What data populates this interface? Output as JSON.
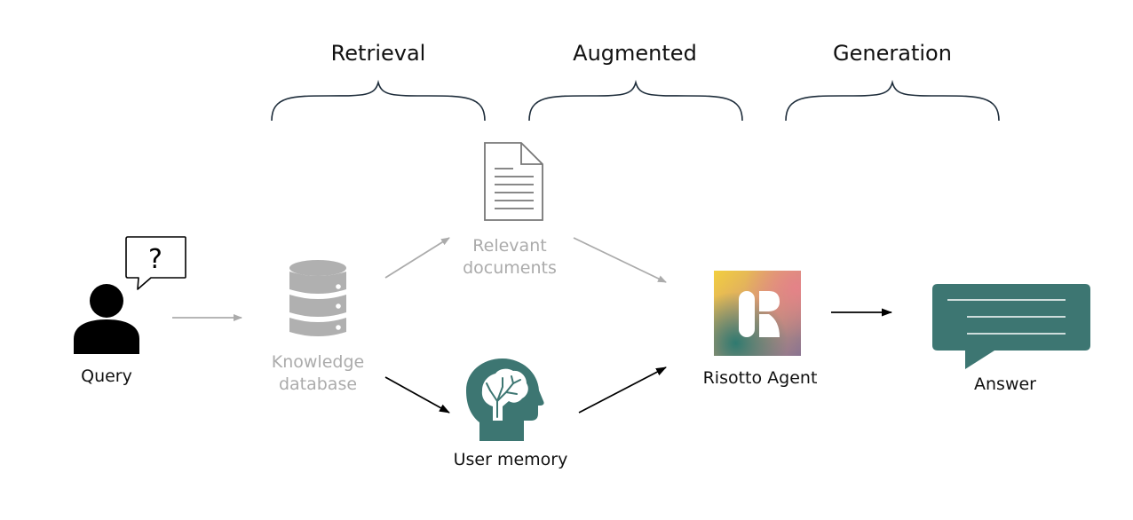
{
  "stages": [
    {
      "id": "retrieval",
      "label": "Retrieval"
    },
    {
      "id": "augmented",
      "label": "Augmented"
    },
    {
      "id": "generation",
      "label": "Generation"
    }
  ],
  "nodes": {
    "query": {
      "label": "Query",
      "icon": "user-question-icon",
      "bubble_text": "?"
    },
    "knowledge_db": {
      "label_line1": "Knowledge",
      "label_line2": "database",
      "icon": "database-icon"
    },
    "relevant_docs": {
      "label_line1": "Relevant",
      "label_line2": "documents",
      "icon": "document-icon"
    },
    "user_memory": {
      "label": "User memory",
      "icon": "brain-head-icon"
    },
    "agent": {
      "label": "Risotto Agent",
      "icon": "risotto-logo-icon"
    },
    "answer": {
      "label": "Answer",
      "icon": "chat-bubble-icon"
    }
  },
  "edges": [
    {
      "from": "query",
      "to": "knowledge_db",
      "style": "gray"
    },
    {
      "from": "knowledge_db",
      "to": "relevant_docs",
      "style": "gray"
    },
    {
      "from": "relevant_docs",
      "to": "agent",
      "style": "gray"
    },
    {
      "from": "knowledge_db",
      "to": "user_memory",
      "style": "black"
    },
    {
      "from": "user_memory",
      "to": "agent",
      "style": "black"
    },
    {
      "from": "agent",
      "to": "answer",
      "style": "black"
    }
  ],
  "colors": {
    "teal": "#3d7672",
    "gray": "#ababab",
    "doc_gray": "#777777",
    "brace": "#1e2d3b",
    "text": "#111111"
  }
}
